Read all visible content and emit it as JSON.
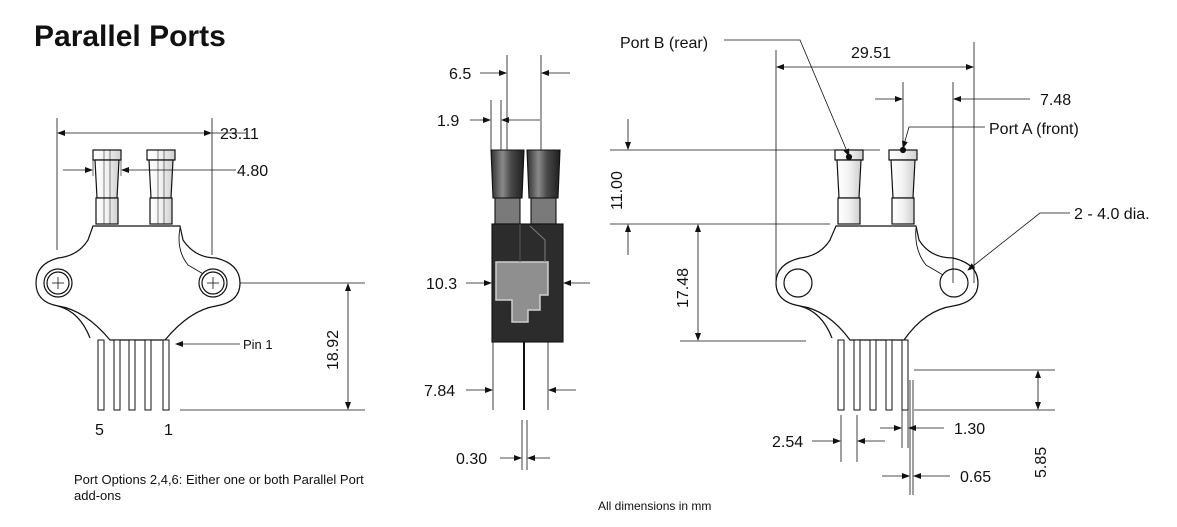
{
  "title": "Parallel Ports",
  "notes": {
    "port_options": "Port Options 2,4,6: Either one or both Parallel Port add-ons",
    "all_dimensions": "All dimensions in mm"
  },
  "front_view": {
    "width": "23.11",
    "port_spacing": "4.80",
    "pin1_label": "Pin 1",
    "height": "18.92",
    "pin_left": "5",
    "pin_right": "1"
  },
  "side_view": {
    "dim_6_5": "6.5",
    "dim_1_9": "1.9",
    "dim_10_3": "10.3",
    "dim_7_84": "7.84",
    "dim_0_30": "0.30"
  },
  "rear_view": {
    "port_b": "Port B (rear)",
    "port_a": "Port A (front)",
    "width": "29.51",
    "dim_7_48": "7.48",
    "hole_dia": "2 - 4.0 dia.",
    "dim_11_00": "11.00",
    "dim_17_48": "17.48",
    "dim_2_54": "2.54",
    "dim_1_30": "1.30",
    "dim_0_65": "0.65",
    "dim_5_85": "5.85"
  },
  "colors": {
    "ink": "#111111",
    "body_dark": "#2a2a2a",
    "body_mid": "#6e6e6e",
    "body_light": "#bdbdbd"
  }
}
